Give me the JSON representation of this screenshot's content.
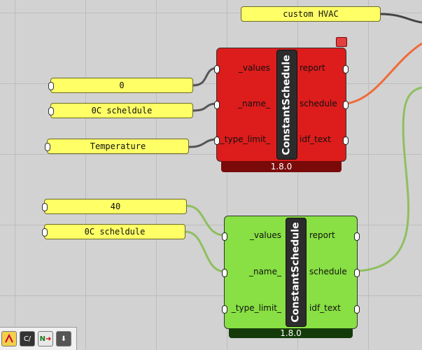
{
  "panels": {
    "top": "custom HVAC",
    "p0": "0",
    "name1": "0C scheldule",
    "type1": "Temperature",
    "p40": "40",
    "name2": "0C scheldule"
  },
  "components": [
    {
      "title": "ConstantSchedule",
      "version": "1.8.0",
      "inputs": [
        "_values",
        "_name_",
        "_type_limit_"
      ],
      "outputs": [
        "report",
        "schedule",
        "idf_text"
      ],
      "color": "#dd1c1c",
      "footer_color": "#7a0a0a"
    },
    {
      "title": "ConstantSchedule",
      "version": "1.8.0",
      "inputs": [
        "_values",
        "_name_",
        "_type_limit_"
      ],
      "outputs": [
        "report",
        "schedule",
        "idf_text"
      ],
      "color": "#88e044",
      "footer_color": "#153a0a"
    }
  ],
  "toolbar": {
    "icons": [
      "ladybug-icon",
      "csharp-icon",
      "arrow-icon",
      "download-icon"
    ],
    "labels": [
      "",
      "C/",
      "N",
      ""
    ]
  },
  "wire_colors": {
    "default": "#444444",
    "red": "#f06a3a",
    "green": "#8fbf5f"
  }
}
